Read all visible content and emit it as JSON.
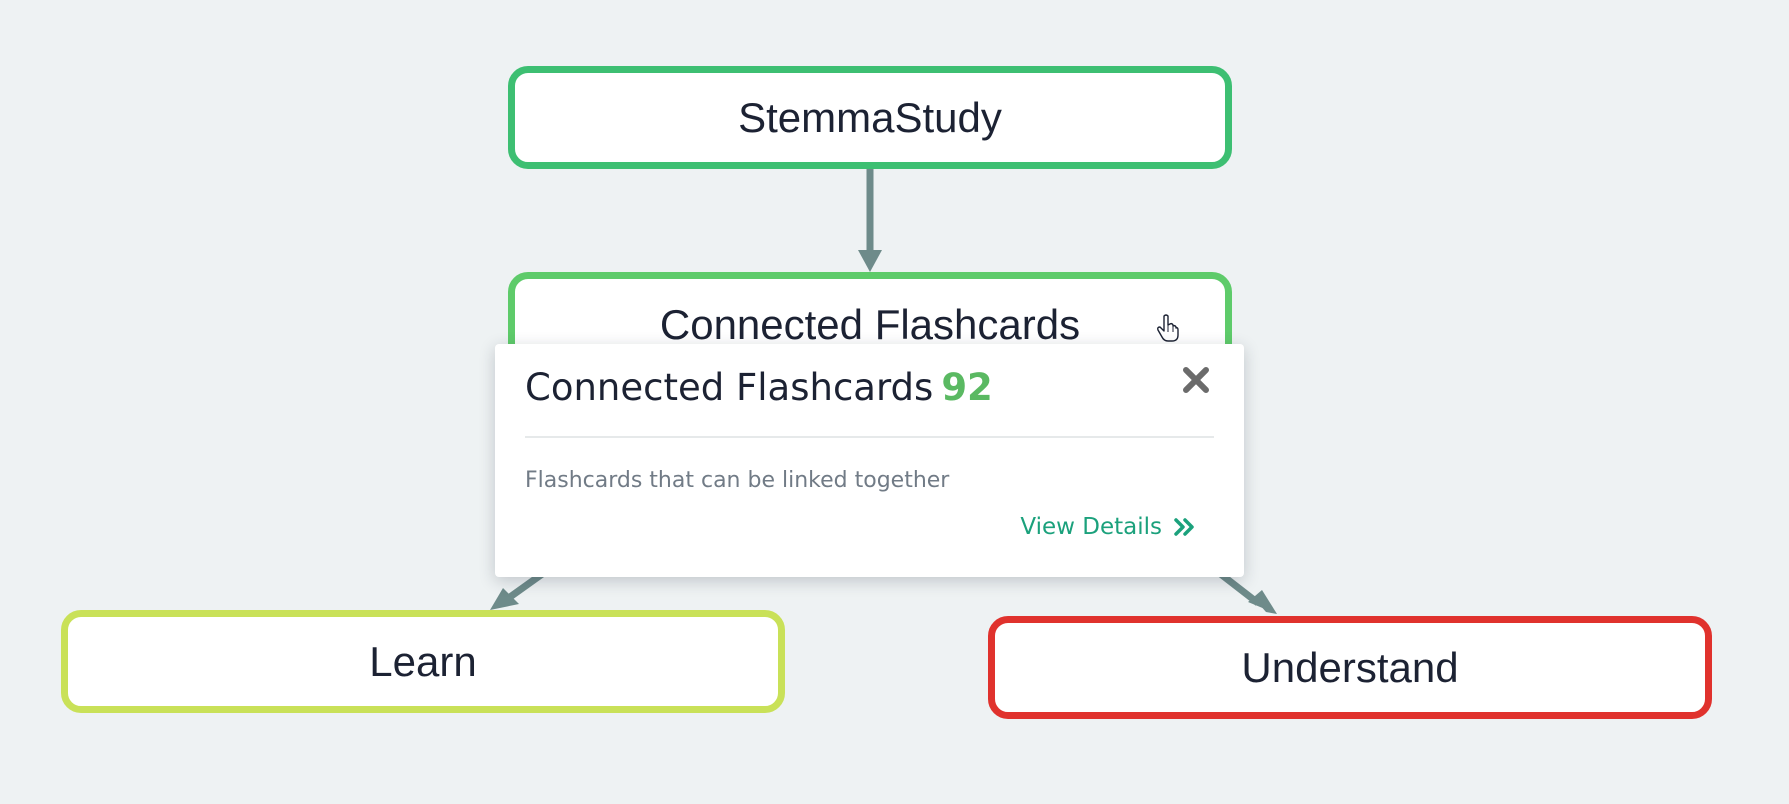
{
  "diagram": {
    "nodes": [
      {
        "id": "root",
        "label": "StemmaStudy",
        "color": "#3dbf72"
      },
      {
        "id": "mid",
        "label": "Connected Flashcards",
        "color": "#5ecb6a"
      },
      {
        "id": "left",
        "label": "Learn",
        "color": "#c9e158"
      },
      {
        "id": "right",
        "label": "Understand",
        "color": "#e0322d"
      }
    ],
    "edges": [
      {
        "from": "StemmaStudy",
        "to": "Connected Flashcards"
      },
      {
        "from": "Connected Flashcards",
        "to": "Learn"
      },
      {
        "from": "Connected Flashcards",
        "to": "Understand"
      }
    ],
    "edge_color": "#6e8b8a"
  },
  "popup": {
    "title": "Connected Flashcards",
    "count": "92",
    "count_color": "#5ab962",
    "description": "Flashcards that can be linked together",
    "link_label": "View Details",
    "link_color": "#1ba17c",
    "close_icon": "close-icon",
    "link_icon": "double-chevron-right-icon"
  },
  "cursor_icon": "pointer-hand-icon"
}
